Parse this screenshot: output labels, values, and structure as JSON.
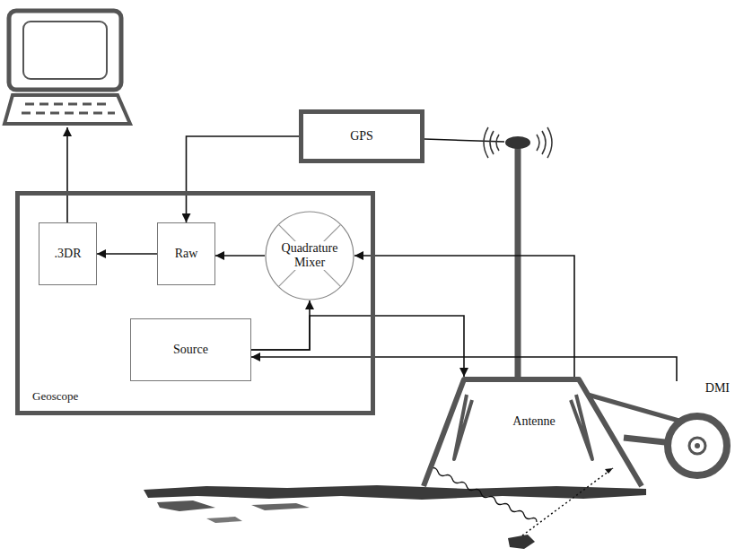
{
  "diagram": {
    "nodes": [
      {
        "text": [
          "Geoscope"
        ]
      },
      {
        "text": [
          ".3DR"
        ],
        "in": 0
      },
      {
        "text": [
          "Raw"
        ],
        "in": 0
      },
      {
        "text": [
          "Quadrature Mixer"
        ],
        "in": 0
      },
      {
        "text": [
          "Source"
        ],
        "in": 0
      },
      {
        "text": [
          "GPS"
        ]
      },
      {
        "text": [
          "Antenne"
        ]
      },
      {
        "text": [
          "DMI"
        ]
      }
    ],
    "edges": [
      {
        "from": 5,
        "to": 2,
        "arrow": "to"
      },
      {
        "from": 2,
        "to": 1,
        "arrow": "to"
      },
      {
        "from": 3,
        "to": 2,
        "arrow": "to"
      },
      {
        "from": 4,
        "to": 3,
        "arrow": "to"
      },
      {
        "from": 4,
        "to": 6,
        "arrow": "to"
      },
      {
        "from": 6,
        "to": 3,
        "arrow": "to"
      },
      {
        "from": 7,
        "to": 4,
        "arrow": "to"
      }
    ]
  }
}
